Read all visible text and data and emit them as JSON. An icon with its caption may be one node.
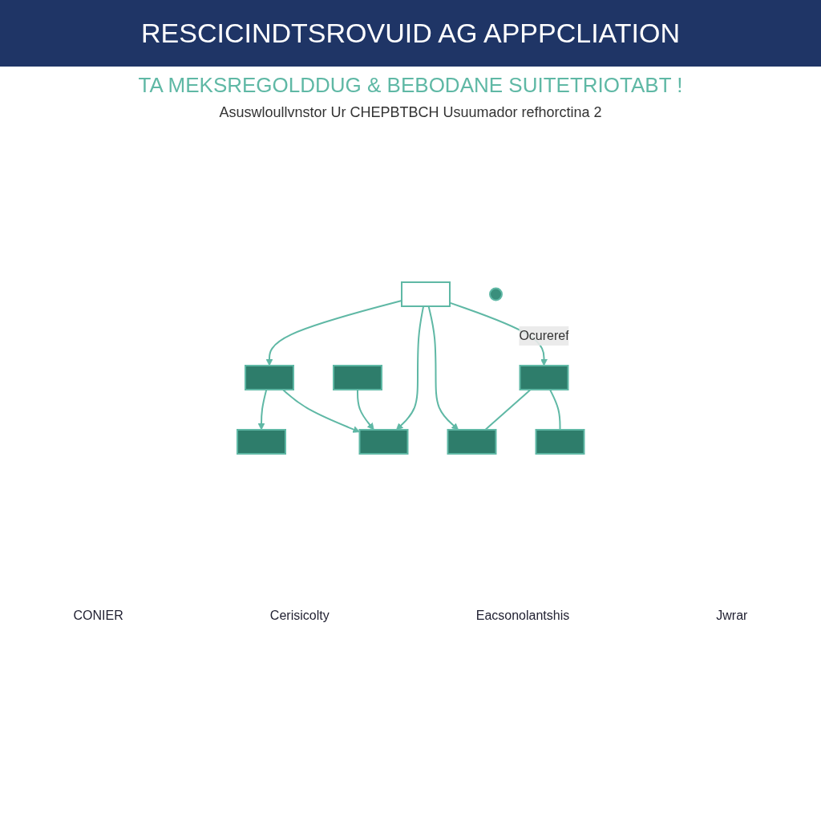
{
  "diagram": {
    "title": "RESCICINDTSROVUID AG APPPCLIATION",
    "nodes": [
      {
        "text": [],
        "shape": "box"
      },
      {
        "text": [],
        "shape": "box"
      },
      {
        "text": [],
        "shape": "box"
      },
      {
        "text": [],
        "shape": "box"
      },
      {
        "text": [],
        "shape": "box"
      },
      {
        "text": [],
        "shape": "box"
      },
      {
        "text": [],
        "shape": "box"
      },
      {
        "text": [],
        "shape": "box"
      },
      {
        "text": [],
        "shape": "circle"
      }
    ],
    "edges": [
      {
        "from": 1,
        "to": 0,
        "arrow": "to"
      },
      {
        "from": 1,
        "to": 2,
        "arrow": "to"
      },
      {
        "from": 3,
        "to": 2,
        "arrow": "to"
      },
      {
        "from": 4,
        "to": 1,
        "arrow": "to"
      },
      {
        "from": 4,
        "to": 2,
        "arrow": "to"
      },
      {
        "from": 4,
        "to": 5,
        "arrow": "to",
        "label": "Ocureref"
      },
      {
        "from": 4,
        "to": 6,
        "arrow": "to"
      },
      {
        "from": 5,
        "to": 6,
        "arrow": "none"
      },
      {
        "from": 5,
        "to": 7,
        "arrow": "none"
      }
    ],
    "labels": [
      "TA MEKSREGOLDDUG & BEBODANE SUITETRIOTABT !",
      "Asuswloullvnstor Ur CHEPBTBCH Usuumador refhorctina 2",
      "CONIER",
      "Cerisicolty",
      "Eacsonolantshis",
      "Jwrar"
    ]
  }
}
